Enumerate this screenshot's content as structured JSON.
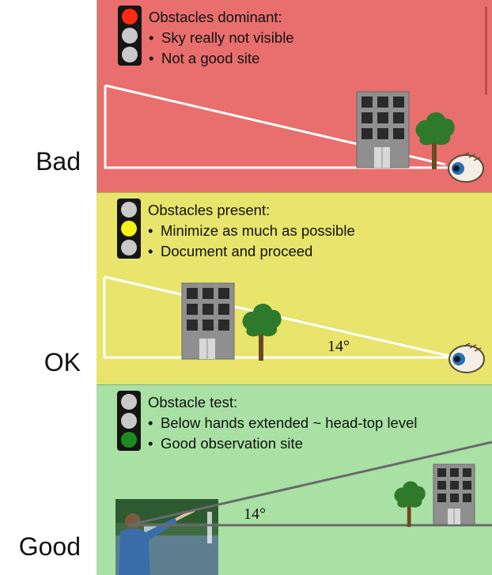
{
  "panels": {
    "bad": {
      "side_label": "Bad",
      "heading": "Obstacles dominant:",
      "bullets": [
        "Sky really not visible",
        "Not a good site"
      ],
      "active_light": "red",
      "active_color": "#ff2a12"
    },
    "ok": {
      "side_label": "OK",
      "heading": "Obstacles present:",
      "bullets": [
        "Minimize as much as possible",
        "Document and proceed"
      ],
      "active_light": "yellow",
      "active_color": "#f3f01a",
      "angle_label": "14°"
    },
    "good": {
      "side_label": "Good",
      "heading": "Obstacle test:",
      "bullets": [
        "Below hands extended ~ head-top level",
        "Good observation site"
      ],
      "active_light": "green",
      "active_color": "#1f8a1f",
      "angle_label": "14°"
    }
  },
  "bullet_symbol": "•",
  "colors": {
    "bad_bg": "#e86f6d",
    "ok_bg": "#e8e46c",
    "good_bg": "#a9e1a5"
  },
  "icons": [
    "traffic-light-icon",
    "building-icon",
    "tree-icon",
    "eye-icon",
    "person-photo"
  ]
}
